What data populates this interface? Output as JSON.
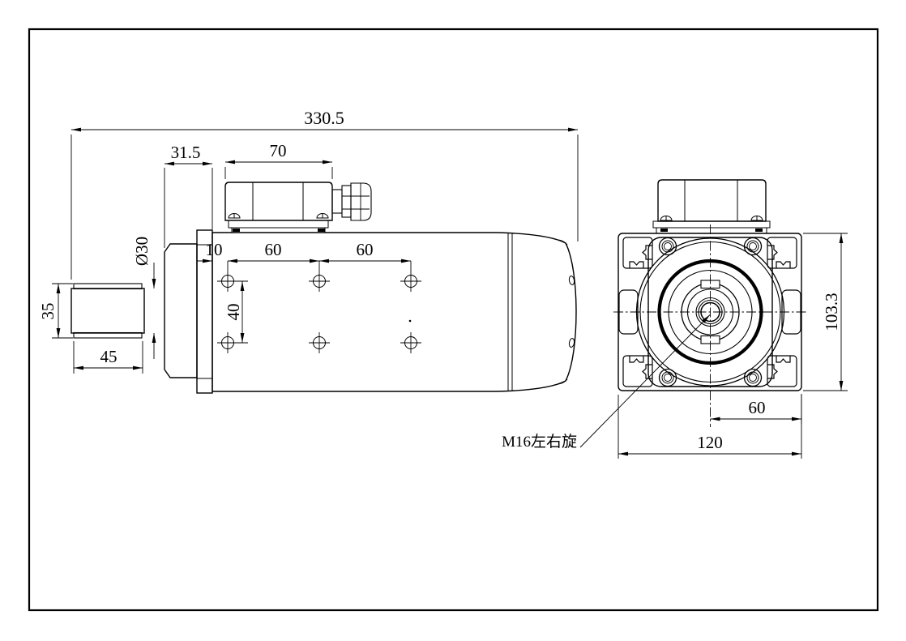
{
  "drawing": {
    "bg_color": "#ffffff",
    "line_color": "#000000",
    "side_view": {
      "dims": {
        "total_length": "330.5",
        "nose_to_body": "31.5",
        "junction_box_width": "70",
        "shaft_diameter": "Ø30",
        "hole_edge_offset": "10",
        "hole_pitch_a": "60",
        "hole_pitch_b": "60",
        "hole_row_pitch": "40",
        "flange_diameter": "35",
        "shaft_length": "45"
      }
    },
    "front_view": {
      "dims": {
        "body_height": "103.3",
        "center_to_edge": "60",
        "body_width": "120"
      },
      "shaft_label": "M16左右旋"
    }
  }
}
